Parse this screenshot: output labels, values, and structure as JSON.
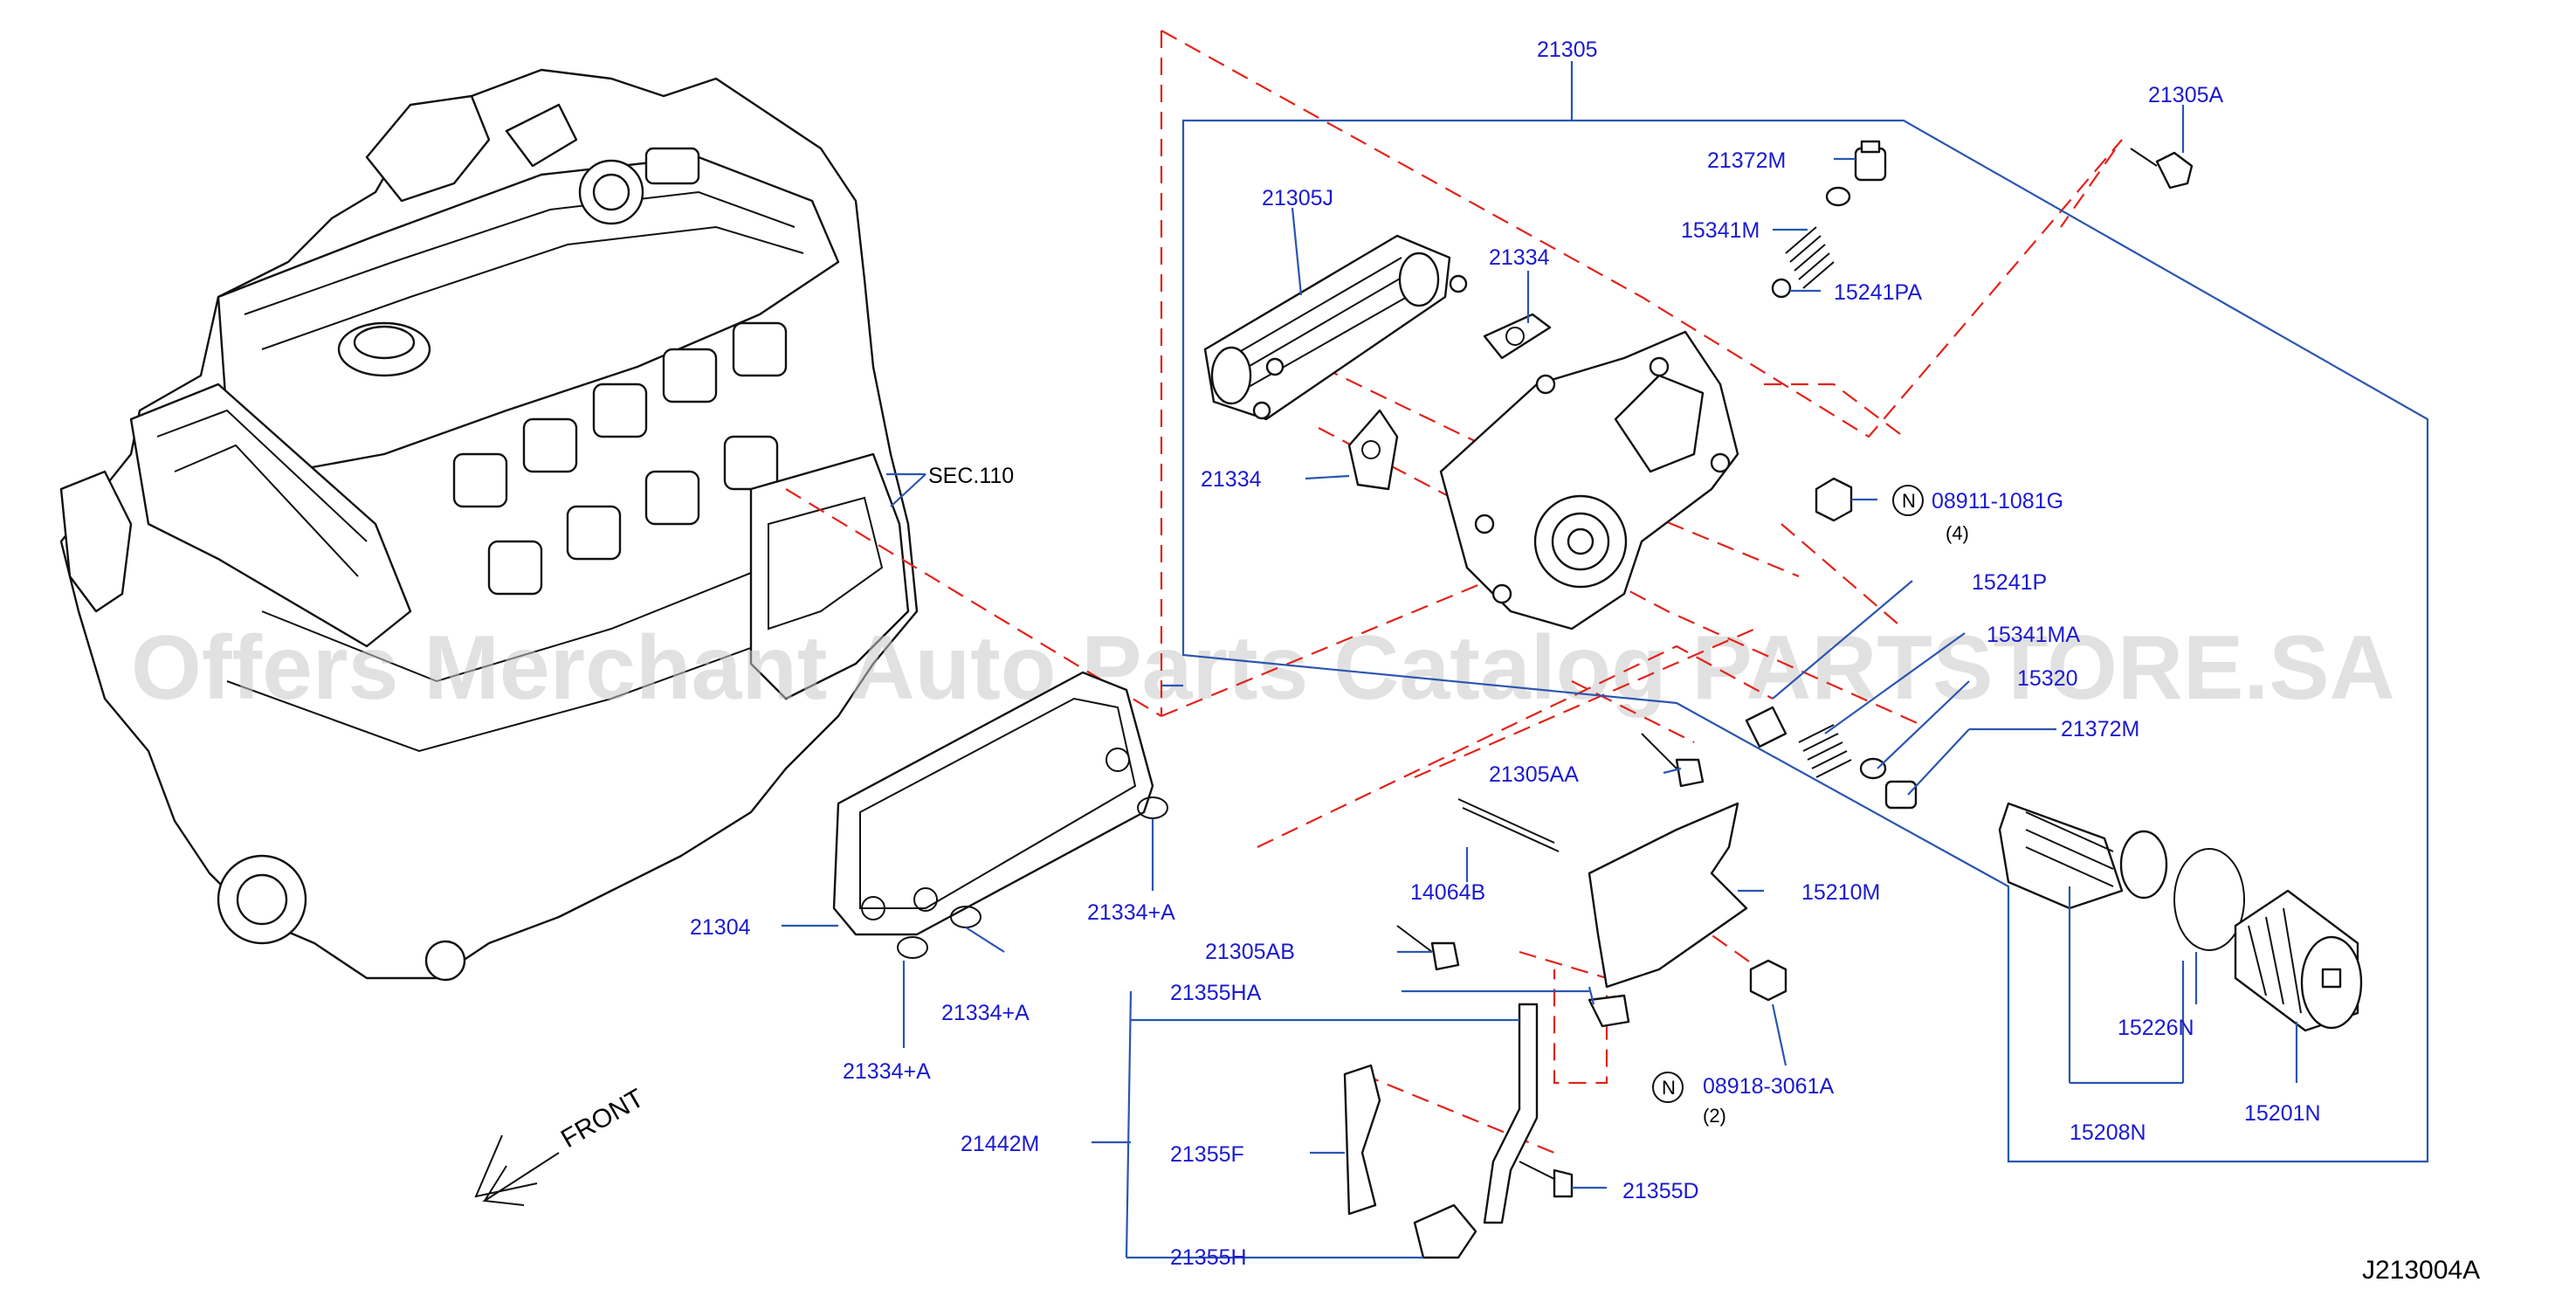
{
  "diagram_code": "J213004A",
  "watermark": "Offers Merchant Auto Parts Catalog PARTSTORE.SA",
  "front_label": "FRONT",
  "section_ref": "SEC.110",
  "parts": {
    "p21305": "21305",
    "p21305A": "21305A",
    "p21372M_top": "21372M",
    "p15341M": "15341M",
    "p15241PA": "15241PA",
    "p21305J": "21305J",
    "p21334_upper": "21334",
    "p21334_lower": "21334",
    "p08911": "08911-1081G",
    "p08911_qty": "(4)",
    "p15241P": "15241P",
    "p15341MA": "15341MA",
    "p15320": "15320",
    "p21372M_right": "21372M",
    "p21305AA": "21305AA",
    "p14064B": "14064B",
    "p15210M": "15210M",
    "p21305AB": "21305AB",
    "p21355HA": "21355HA",
    "p08918": "08918-3061A",
    "p08918_qty": "(2)",
    "p21442M": "21442M",
    "p21355F": "21355F",
    "p21355D": "21355D",
    "p21355H": "21355H",
    "p21304": "21304",
    "p21334A_1": "21334+A",
    "p21334A_2": "21334+A",
    "p21334A_3": "21334+A",
    "p15226N": "15226N",
    "p15208N": "15208N",
    "p15201N": "15201N"
  },
  "nut_symbol": "N"
}
